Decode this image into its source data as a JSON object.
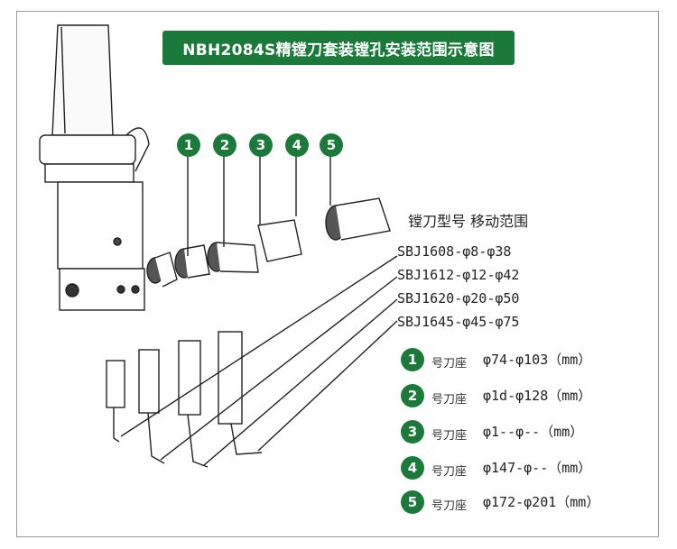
{
  "title": "NBH2084S精镗刀套装镗孔安装范围示意图",
  "header": "镗刀型号  移动范围",
  "callouts": [
    "1",
    "2",
    "3",
    "4",
    "5"
  ],
  "models": [
    "SBJ1608-φ8-φ38",
    "SBJ1612-φ12-φ42",
    "SBJ1620-φ20-φ50",
    "SBJ1645-φ45-φ75"
  ],
  "seats": [
    {
      "num": "1",
      "label": "号刀座",
      "range": "φ74-φ103（mm）"
    },
    {
      "num": "2",
      "label": "号刀座",
      "range": "φ1d-φ128（mm）"
    },
    {
      "num": "3",
      "label": "号刀座",
      "range": "φ1--φ--（mm）"
    },
    {
      "num": "4",
      "label": "号刀座",
      "range": "φ147-φ--（mm）"
    },
    {
      "num": "5",
      "label": "号刀座",
      "range": "φ172-φ201（mm）"
    }
  ],
  "colors": {
    "brand": "#1b7a3a"
  }
}
